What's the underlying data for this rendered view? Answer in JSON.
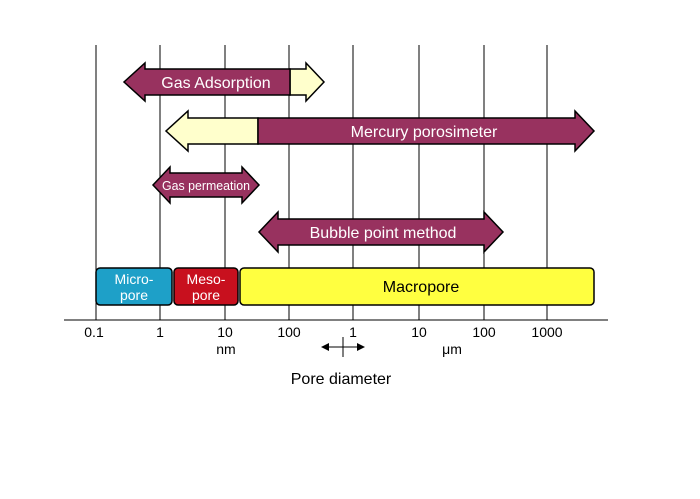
{
  "colors": {
    "arrow_fill": "#98325f",
    "arrow_light": "#ffffcc",
    "micro": "#1ea0c8",
    "meso": "#c8101e",
    "macro": "#ffff40",
    "line": "#000000",
    "arrow_text": "#ffffff"
  },
  "arrows": {
    "gas_adsorption": {
      "label": "Gas Adsorption"
    },
    "mercury": {
      "label": "Mercury porosimeter"
    },
    "gas_permeation": {
      "label": "Gas permeation"
    },
    "bubble": {
      "label": "Bubble point method"
    }
  },
  "pores": {
    "micro": {
      "line1": "Micro-",
      "line2": "pore"
    },
    "meso": {
      "line1": "Meso-",
      "line2": "pore"
    },
    "macro": {
      "label": "Macropore"
    }
  },
  "axis": {
    "ticks": [
      "0.1",
      "1",
      "10",
      "100",
      "1",
      "10",
      "100",
      "1000"
    ],
    "unit_nm": "nm",
    "unit_um": "μm",
    "title": "Pore diameter"
  }
}
